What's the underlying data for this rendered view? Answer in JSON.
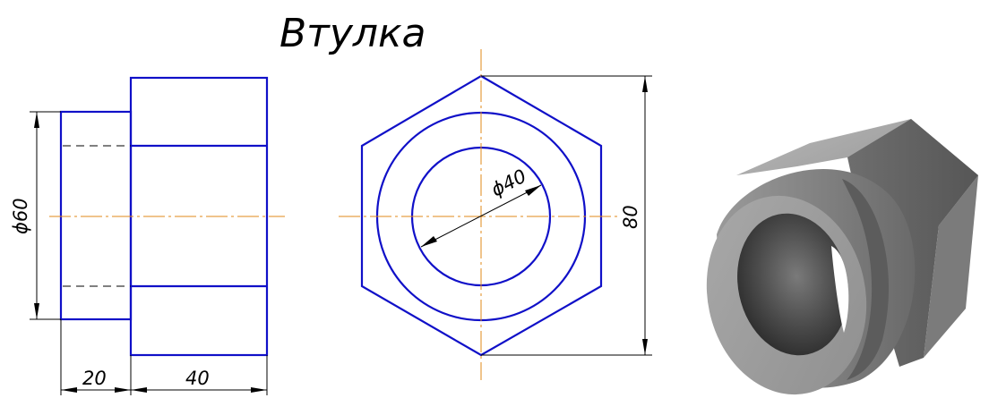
{
  "title": "Втулка",
  "dimensions": {
    "diameter_60": "ϕ60",
    "diameter_40": "ϕ40",
    "across_flats_80": "80",
    "length_20": "20",
    "length_40": "40"
  },
  "colors": {
    "outline": "#1010c8",
    "center_line": "#e08a1a",
    "dimension": "#000000"
  }
}
